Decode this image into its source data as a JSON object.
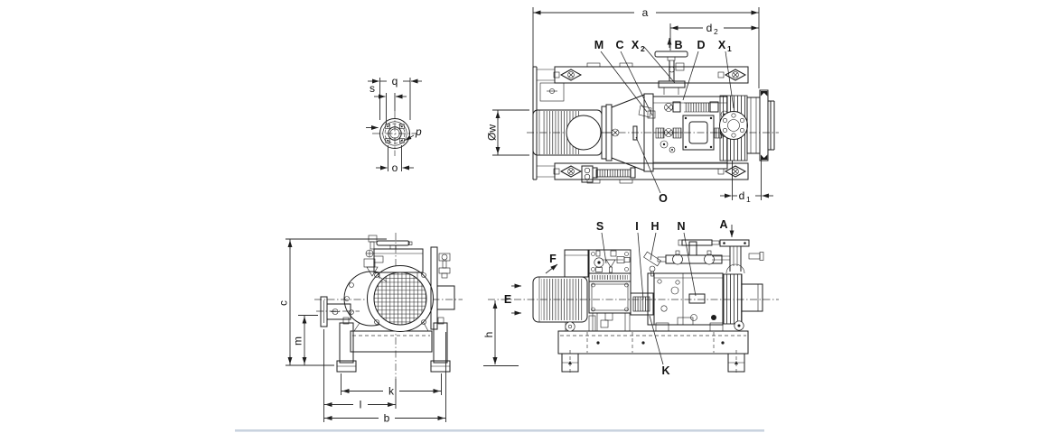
{
  "drawing_type": "pump dimensional drawing",
  "colors": {
    "ink": "#1c1c1c",
    "background": "#ffffff",
    "window_edge": "#c9d3df"
  },
  "flange_detail_view": {
    "dim_q": "q",
    "dim_s": "s",
    "dim_o": "o",
    "label_p": "p"
  },
  "top_view": {
    "dim_a": "a",
    "dim_d2_base": "d",
    "dim_d2_sub": "2",
    "dim_d1_base": "d",
    "dim_d1_sub": "1",
    "dim_motor_diameter": "Øw",
    "port_M": "M",
    "port_C": "C",
    "port_X2_base": "X",
    "port_X2_sub": "2",
    "port_B": "B",
    "port_D": "D",
    "port_X1_base": "X",
    "port_X1_sub": "1",
    "port_O": "O"
  },
  "end_view": {
    "dim_c": "c",
    "dim_m": "m",
    "dim_k": "k",
    "dim_l": "l",
    "dim_b": "b"
  },
  "side_view": {
    "dim_h": "h",
    "port_E": "E",
    "port_F": "F",
    "port_S": "S",
    "port_I": "I",
    "port_H": "H",
    "port_N": "N",
    "port_A": "A",
    "port_K": "K"
  }
}
